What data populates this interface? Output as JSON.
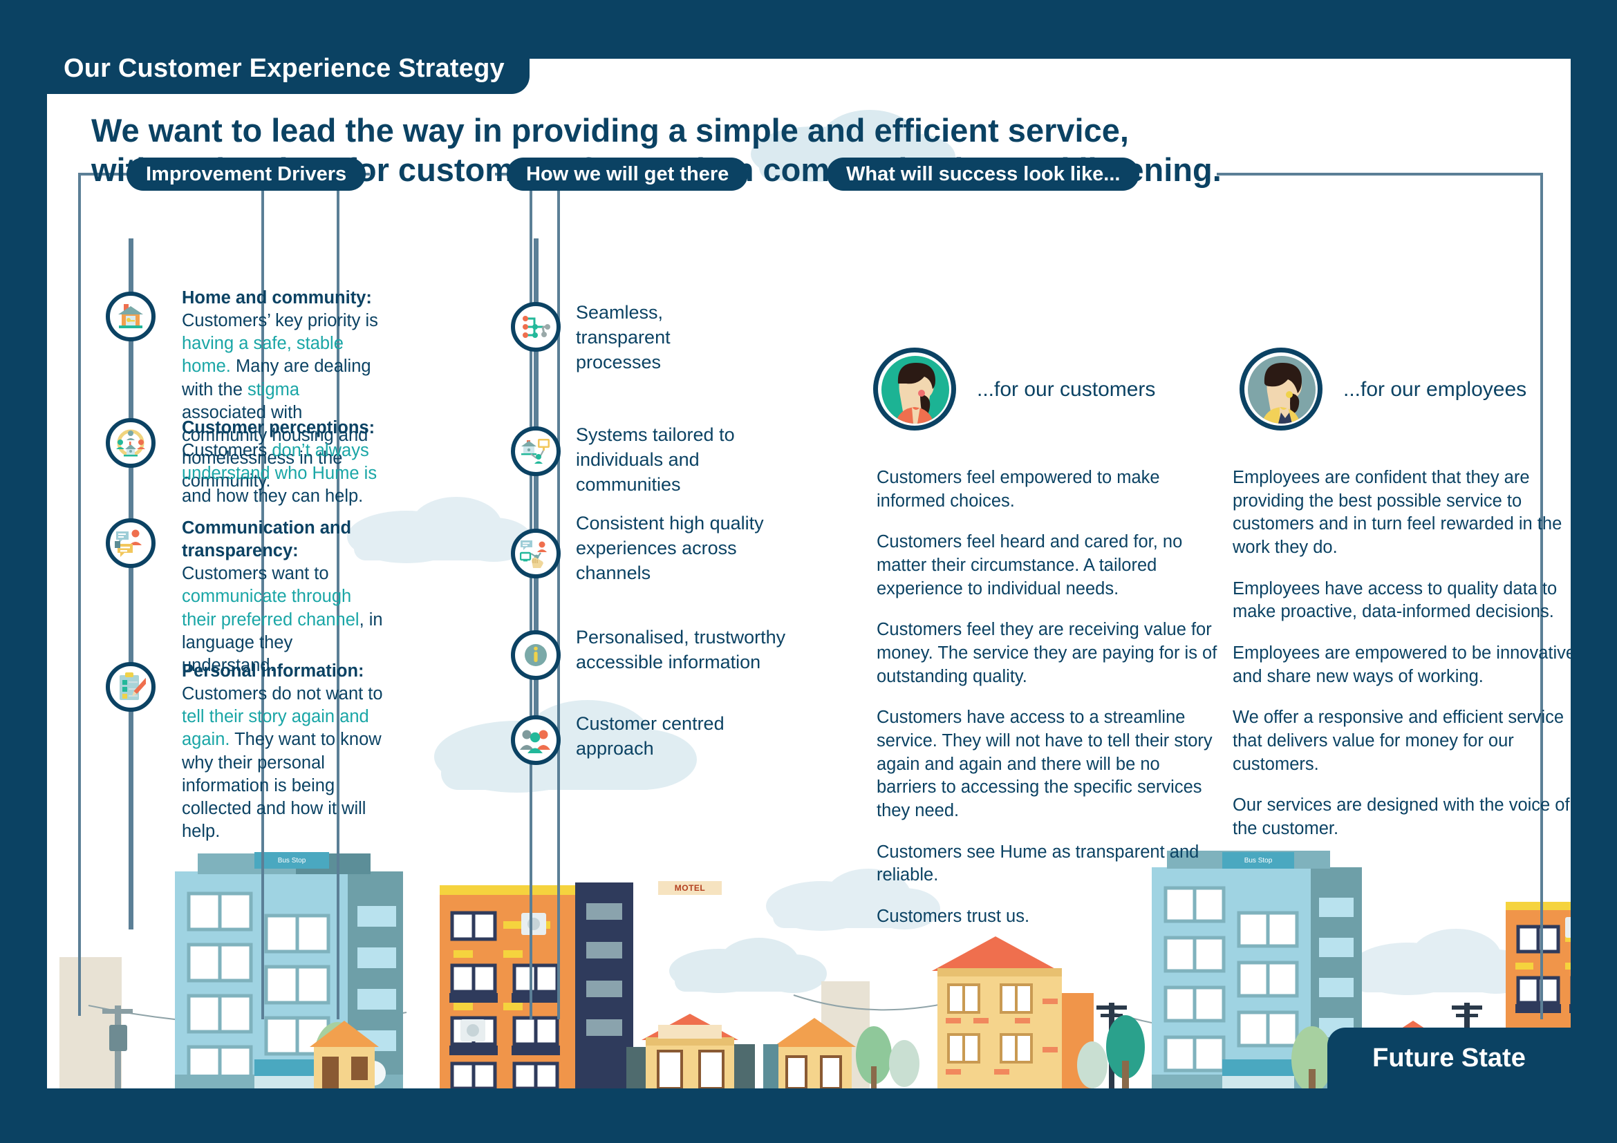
{
  "title_tab": "Our Customer Experience Strategy",
  "headline_line1": "We want to lead the way in providing a simple and efficient service,",
  "headline_line2": "without barriers for customers, focused on communication and listening.",
  "colors": {
    "navy": "#0b4263",
    "teal_highlight": "#1aa6a6",
    "connector": "#5b7f96",
    "cloud": "#dbeaf0",
    "avatar_customer_bg": "#1cb394",
    "avatar_employee_bg": "#7fa5a8"
  },
  "sections": {
    "drivers_pill": "Improvement Drivers",
    "howto_pill": "How we will get there",
    "success_pill": "What will success look like..."
  },
  "drivers": [
    {
      "icon": "house-key-icon",
      "heading": "Home and community:",
      "body_parts": [
        {
          "t": "Customers’ key priority is ",
          "hl": false
        },
        {
          "t": "having a safe, stable home.",
          "hl": true
        },
        {
          "t": " Many are dealing with the ",
          "hl": false
        },
        {
          "t": "stigma",
          "hl": true
        },
        {
          "t": " associated with community housing and homelessness in the community.",
          "hl": false
        }
      ]
    },
    {
      "icon": "community-circle-icon",
      "heading": "Customer perceptions:",
      "body_parts": [
        {
          "t": "Customers ",
          "hl": false
        },
        {
          "t": "don’t always understand who Hume is",
          "hl": true
        },
        {
          "t": " and how they can help.",
          "hl": false
        }
      ]
    },
    {
      "icon": "speech-bubbles-person-icon",
      "heading": "Communication and transparency:",
      "body_parts": [
        {
          "t": " Customers want to ",
          "hl": false
        },
        {
          "t": "communicate through their preferred channel",
          "hl": true
        },
        {
          "t": ", in language they understand.",
          "hl": false
        }
      ]
    },
    {
      "icon": "clipboard-pencil-icon",
      "heading": "Personal information:",
      "body_parts": [
        {
          "t": "Customers do not want to ",
          "hl": false
        },
        {
          "t": "tell their story again and again.",
          "hl": true
        },
        {
          "t": " They want to know why their personal information is being collected and how it will help.",
          "hl": false
        }
      ]
    }
  ],
  "how_we_get_there": [
    {
      "icon": "network-nodes-icon",
      "label": "Seamless, transparent processes"
    },
    {
      "icon": "house-screen-network-icon",
      "label": "Systems tailored to individuals and communities"
    },
    {
      "icon": "multichannel-hand-icon",
      "label": "Consistent high quality experiences across channels"
    },
    {
      "icon": "info-circle-icon",
      "label": "Personalised, trustworthy accessible information"
    },
    {
      "icon": "people-group-icon",
      "label": "Customer centred approach"
    }
  ],
  "success": {
    "customers": {
      "avatar": "customer-avatar",
      "label": "...for our customers",
      "paragraphs": [
        "Customers feel empowered to make informed choices.",
        "Customers feel heard and cared for, no matter their circumstance. A tailored experience to individual needs.",
        "Customers feel they are receiving value for money. The service they are paying for is of outstanding quality.",
        "Customers have access to a streamline service. They  will not have to tell their story again and again and there will be no barriers to accessing the specific services they need.",
        "Customers see Hume as transparent and reliable.",
        "Customers trust us."
      ]
    },
    "employees": {
      "avatar": "employee-avatar",
      "label": "...for our employees",
      "paragraphs": [
        "Employees are confident that they are providing the best possible service to customers and in turn feel rewarded in the work they do.",
        "Employees have access to quality data to make proactive, data-informed decisions.",
        "Employees are empowered to be innovative and share new ways of working.",
        "We offer a responsive and efficient service that delivers value for money for our customers.",
        "Our services are designed with the voice of the customer."
      ]
    }
  },
  "footer_tab": "Future State",
  "cityscape": {
    "bus_stop_sign_left": "Bus Stop",
    "bus_stop_sign_right": "Bus Stop",
    "motel_sign": "MOTEL"
  }
}
